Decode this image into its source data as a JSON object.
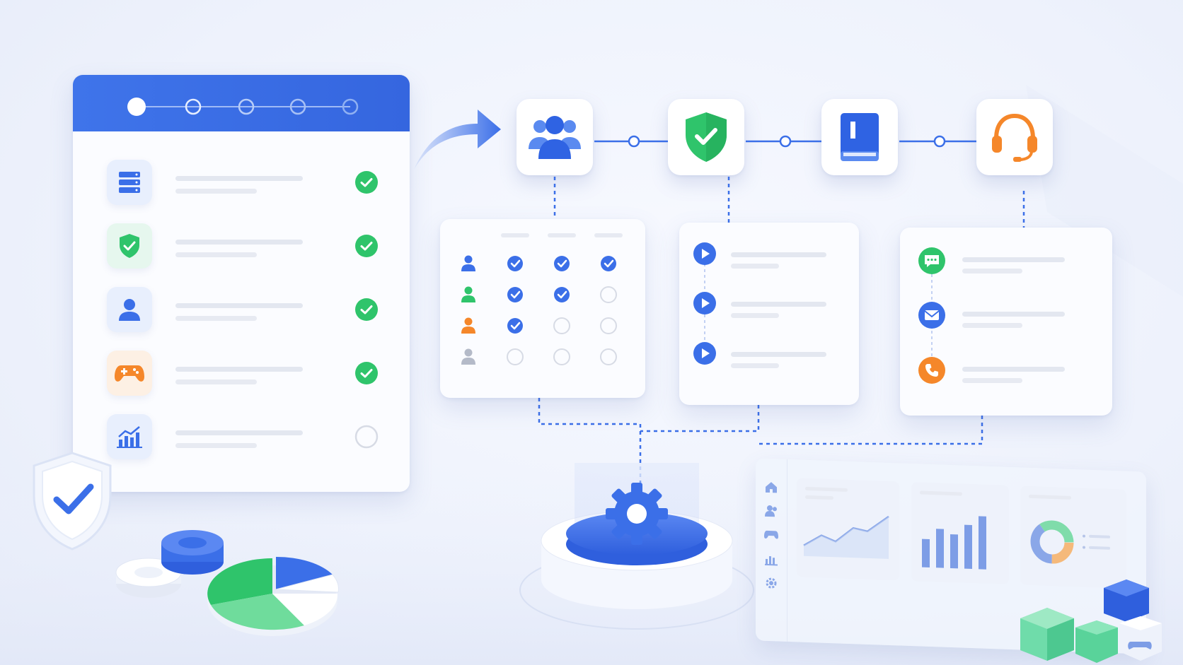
{
  "colors": {
    "primary_blue": "#3b6fe8",
    "green": "#2fc46b",
    "orange": "#f5872a",
    "light_bg": "#eef2fc",
    "line_gray": "#e3e7f0"
  },
  "checklist": {
    "stepper": {
      "steps": 5,
      "active_step": 1
    },
    "items": [
      {
        "icon": "server-icon",
        "checked": true
      },
      {
        "icon": "shield-check-icon",
        "checked": true
      },
      {
        "icon": "user-icon",
        "checked": true
      },
      {
        "icon": "gamepad-icon",
        "checked": true
      },
      {
        "icon": "bar-chart-icon",
        "checked": false
      }
    ]
  },
  "workflow": {
    "nodes": [
      "users-group-icon",
      "shield-check-icon",
      "book-icon",
      "headset-icon"
    ]
  },
  "permissions_matrix": {
    "rows": [
      {
        "user_color": "#3b6fe8",
        "checks": [
          true,
          true,
          true
        ]
      },
      {
        "user_color": "#2fc46b",
        "checks": [
          true,
          true,
          false
        ]
      },
      {
        "user_color": "#f5872a",
        "checks": [
          true,
          false,
          false
        ]
      },
      {
        "user_color": "#b4bac8",
        "checks": [
          false,
          false,
          false
        ]
      }
    ]
  },
  "video_list": {
    "items": 3
  },
  "contact_list": {
    "channels": [
      "chat-icon",
      "mail-icon",
      "phone-icon"
    ]
  },
  "dashboard": {
    "sidebar_icons": [
      "home-icon",
      "users-icon",
      "gamepad-icon",
      "bar-chart-icon",
      "gear-icon"
    ]
  }
}
